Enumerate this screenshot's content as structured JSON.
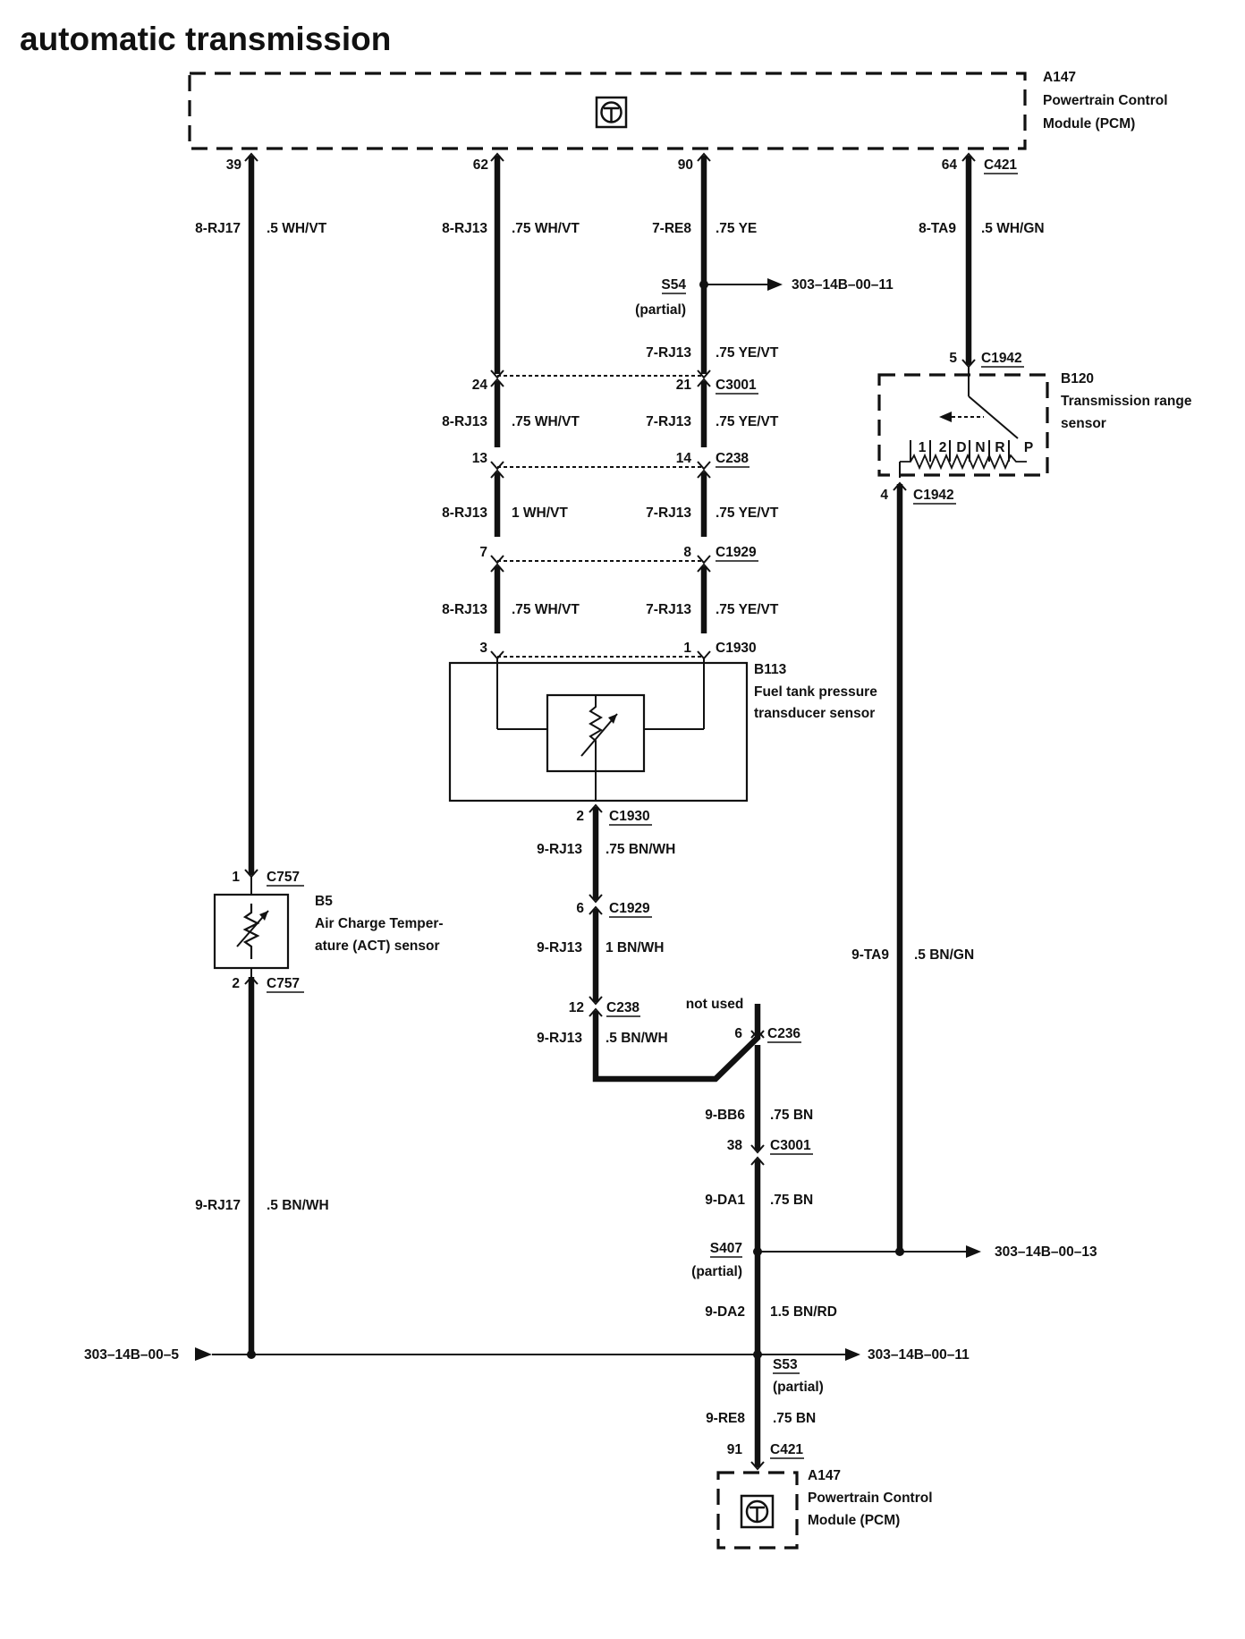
{
  "title": "automatic transmission",
  "components": {
    "pcm_top": {
      "id": "A147",
      "line1": "Powertrain Control",
      "line2": "Module (PCM)"
    },
    "pcm_bottom": {
      "id": "A147",
      "line1": "Powertrain Control",
      "line2": "Module (PCM)"
    },
    "trs": {
      "id": "B120",
      "line1": "Transmission range",
      "line2": "sensor",
      "positions": [
        "1",
        "2",
        "D",
        "N",
        "R",
        "P"
      ]
    },
    "ftp": {
      "id": "B113",
      "line1": "Fuel tank pressure",
      "line2": "transducer sensor"
    },
    "act": {
      "id": "B5",
      "line1": "Air Charge Temper-",
      "line2": "ature (ACT) sensor"
    }
  },
  "pins": {
    "p39": "39",
    "p62": "62",
    "p90": "90",
    "p64": "64",
    "c421_top": "C421",
    "p24": "24",
    "p21": "21",
    "c3001_a": "C3001",
    "p13": "13",
    "p14": "14",
    "c238_a": "C238",
    "p7": "7",
    "p8": "8",
    "c1929_a": "C1929",
    "p3": "3",
    "p1": "1",
    "c1930_a": "C1930",
    "p2_ftp": "2",
    "c1930_b": "C1930",
    "p6_a": "6",
    "c1929_b": "C1929",
    "p12": "12",
    "c238_b": "C238",
    "not_used": "not used",
    "p6_b": "6",
    "c236": "C236",
    "p38": "38",
    "c3001_b": "C3001",
    "p91": "91",
    "c421_bottom": "C421",
    "p5": "5",
    "c1942_a": "C1942",
    "p4": "4",
    "c1942_b": "C1942",
    "p1_act": "1",
    "c757_a": "C757",
    "p2_act": "2",
    "c757_b": "C757"
  },
  "wires": {
    "w1_circ": "8-RJ17",
    "w1_size": ".5 WH/VT",
    "w2_circ": "8-RJ13",
    "w2_size": ".75 WH/VT",
    "w3_circ": "7-RE8",
    "w3_size": ".75 YE",
    "w4_circ": "8-TA9",
    "w4_size": ".5 WH/GN",
    "w5_circ": "7-RJ13",
    "w5_size": ".75 YE/VT",
    "w6_circ": "8-RJ13",
    "w6_size": ".75 WH/VT",
    "w7_circ": "7-RJ13",
    "w7_size": ".75 YE/VT",
    "w8_circ": "8-RJ13",
    "w8_size": "1 WH/VT",
    "w9_circ": "7-RJ13",
    "w9_size": ".75 YE/VT",
    "w10_circ": "8-RJ13",
    "w10_size": ".75 WH/VT",
    "w11_circ": "7-RJ13",
    "w11_size": ".75 YE/VT",
    "w12_circ": "9-RJ13",
    "w12_size": ".75 BN/WH",
    "w13_circ": "9-RJ13",
    "w13_size": "1 BN/WH",
    "w14_circ": "9-RJ13",
    "w14_size": ".5 BN/WH",
    "w15_circ": "9-BB6",
    "w15_size": ".75 BN",
    "w16_circ": "9-DA1",
    "w16_size": ".75 BN",
    "w17_circ": "9-DA2",
    "w17_size": "1.5 BN/RD",
    "w18_circ": "9-RE8",
    "w18_size": ".75 BN",
    "w19_circ": "9-TA9",
    "w19_size": ".5 BN/GN",
    "w20_circ": "9-RJ17",
    "w20_size": ".5 BN/WH"
  },
  "splices": {
    "s54": "S54",
    "s54_note": "(partial)",
    "s407": "S407",
    "s407_note": "(partial)",
    "s53": "S53",
    "s53_note": "(partial)"
  },
  "references": {
    "ref_s54": "303–14B–00–11",
    "ref_s407": "303–14B–00–13",
    "ref_s53": "303–14B–00–11",
    "ref_in": "303–14B–00–5"
  }
}
